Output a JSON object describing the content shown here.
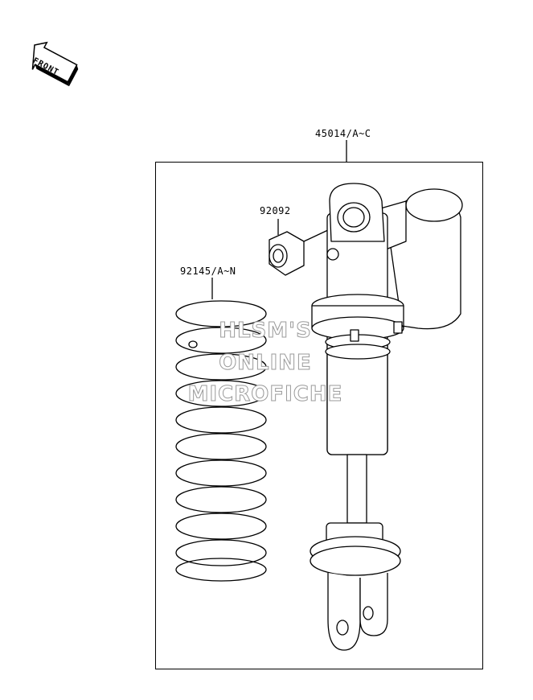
{
  "front_badge": {
    "text": "FRONT"
  },
  "parts": {
    "shock_assembly": "45014/A~C",
    "bushing": "92092",
    "spring": "92145/A~N"
  },
  "watermark": [
    "HLSM'S",
    "ONLINE",
    "MICROFICHE"
  ]
}
